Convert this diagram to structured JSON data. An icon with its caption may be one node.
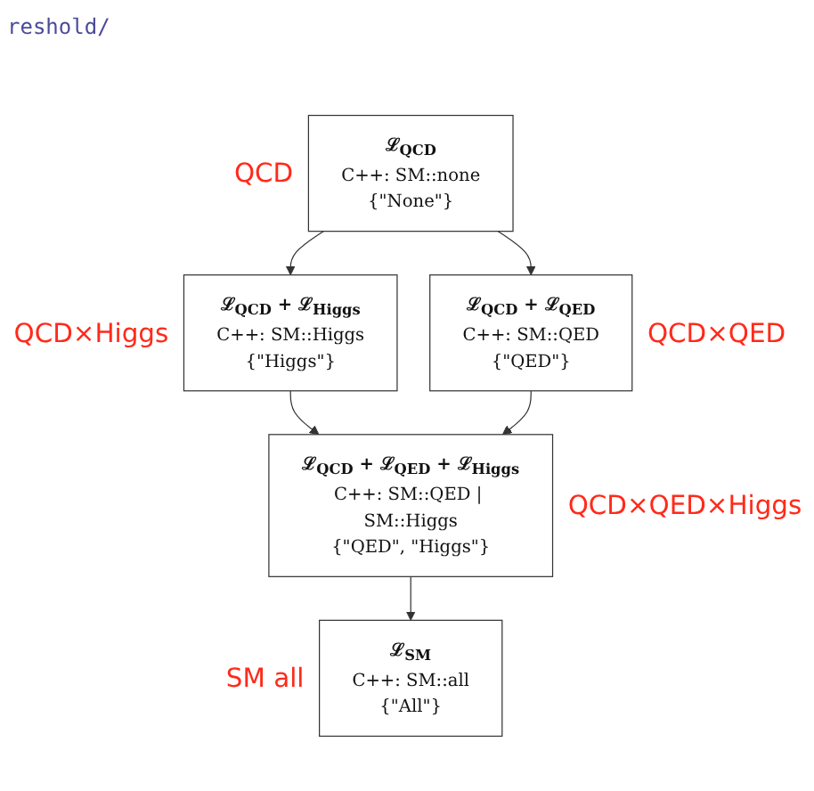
{
  "diagram": {
    "nodes": [
      {
        "text": [
          "ℒ$_{QCD}$",
          "C++: SM::none",
          "{\"None\"}"
        ],
        "beside": [
          "QCD"
        ]
      },
      {
        "text": [
          "ℒ$_{QCD}$ + ℒ$_{Higgs}$",
          "C++: SM::Higgs",
          "{\"Higgs\"}"
        ],
        "beside": [
          "QCD×Higgs"
        ]
      },
      {
        "text": [
          "ℒ$_{QCD}$ + ℒ$_{QED}$",
          "C++: SM::QED",
          "{\"QED\"}"
        ],
        "beside": [
          "QCD×QED"
        ]
      },
      {
        "text": [
          "ℒ$_{QCD}$ + ℒ$_{QED}$ + ℒ$_{Higgs}$",
          "C++: SM::QED | SM::Higgs",
          "{\"QED\", \"Higgs\"}"
        ],
        "beside": [
          "QCD×QED×Higgs"
        ]
      },
      {
        "text": [
          "ℒ$_{SM}$",
          "C++: SM::all",
          "{\"All\"}"
        ],
        "beside": [
          "SM all"
        ]
      }
    ],
    "edges": [
      {
        "from": 0,
        "to": 1,
        "arrow": "to"
      },
      {
        "from": 0,
        "to": 2,
        "arrow": "to"
      },
      {
        "from": 1,
        "to": 3,
        "arrow": "to"
      },
      {
        "from": 2,
        "to": 3,
        "arrow": "to"
      },
      {
        "from": 3,
        "to": 4,
        "arrow": "to"
      }
    ],
    "labels": [
      "reshold/"
    ]
  }
}
